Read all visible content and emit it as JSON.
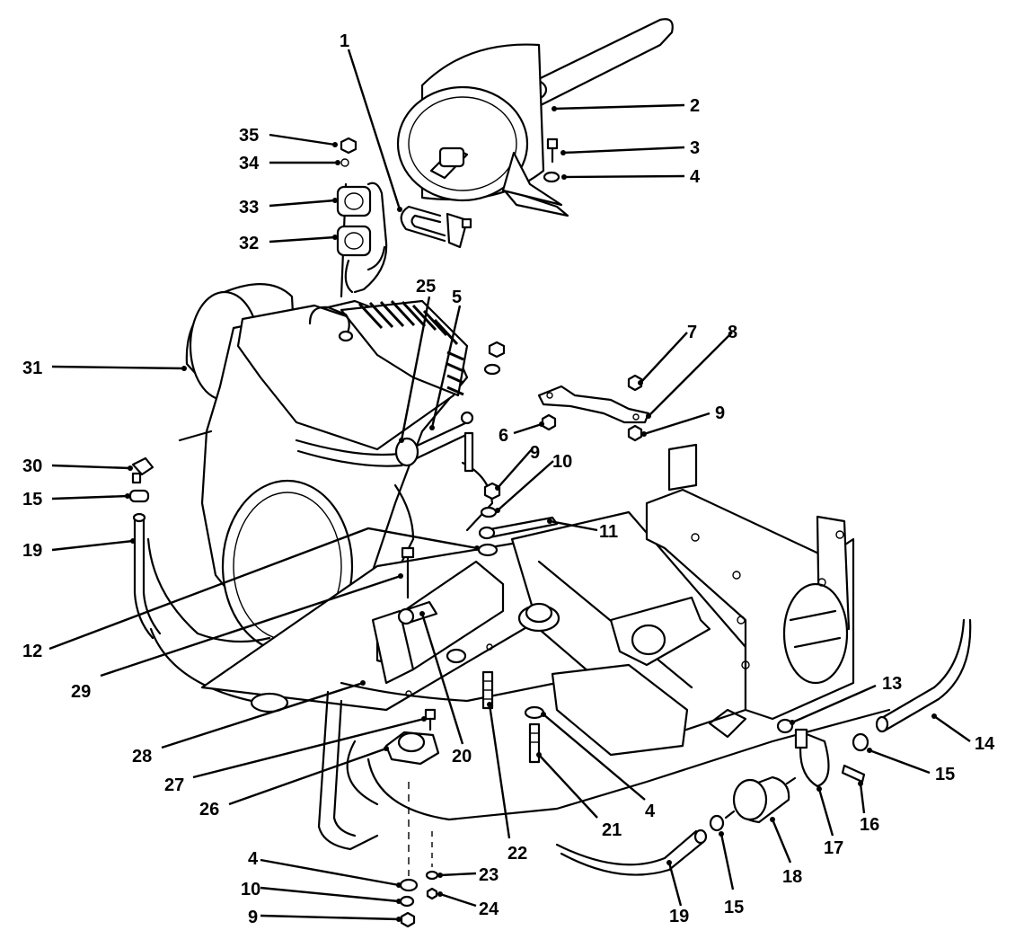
{
  "diagram": {
    "callouts": [
      {
        "id": "c1",
        "text": "1"
      },
      {
        "id": "c2",
        "text": "2"
      },
      {
        "id": "c3",
        "text": "3"
      },
      {
        "id": "c4a",
        "text": "4"
      },
      {
        "id": "c35",
        "text": "35"
      },
      {
        "id": "c34",
        "text": "34"
      },
      {
        "id": "c33",
        "text": "33"
      },
      {
        "id": "c32",
        "text": "32"
      },
      {
        "id": "c25",
        "text": "25"
      },
      {
        "id": "c5",
        "text": "5"
      },
      {
        "id": "c7",
        "text": "7"
      },
      {
        "id": "c8",
        "text": "8"
      },
      {
        "id": "c6",
        "text": "6"
      },
      {
        "id": "c9a",
        "text": "9"
      },
      {
        "id": "c9b",
        "text": "9"
      },
      {
        "id": "c10a",
        "text": "10"
      },
      {
        "id": "c11",
        "text": "11"
      },
      {
        "id": "c31",
        "text": "31"
      },
      {
        "id": "c30",
        "text": "30"
      },
      {
        "id": "c15a",
        "text": "15"
      },
      {
        "id": "c19a",
        "text": "19"
      },
      {
        "id": "c12",
        "text": "12"
      },
      {
        "id": "c29",
        "text": "29"
      },
      {
        "id": "c28",
        "text": "28"
      },
      {
        "id": "c20",
        "text": "20"
      },
      {
        "id": "c27",
        "text": "27"
      },
      {
        "id": "c26",
        "text": "26"
      },
      {
        "id": "c22",
        "text": "22"
      },
      {
        "id": "c21",
        "text": "21"
      },
      {
        "id": "c4b",
        "text": "4"
      },
      {
        "id": "c13",
        "text": "13"
      },
      {
        "id": "c14",
        "text": "14"
      },
      {
        "id": "c15b",
        "text": "15"
      },
      {
        "id": "c16",
        "text": "16"
      },
      {
        "id": "c17",
        "text": "17"
      },
      {
        "id": "c18",
        "text": "18"
      },
      {
        "id": "c15c",
        "text": "15"
      },
      {
        "id": "c19b",
        "text": "19"
      },
      {
        "id": "c4c",
        "text": "4"
      },
      {
        "id": "c10b",
        "text": "10"
      },
      {
        "id": "c9c",
        "text": "9"
      },
      {
        "id": "c23",
        "text": "23"
      },
      {
        "id": "c24",
        "text": "24"
      }
    ]
  }
}
